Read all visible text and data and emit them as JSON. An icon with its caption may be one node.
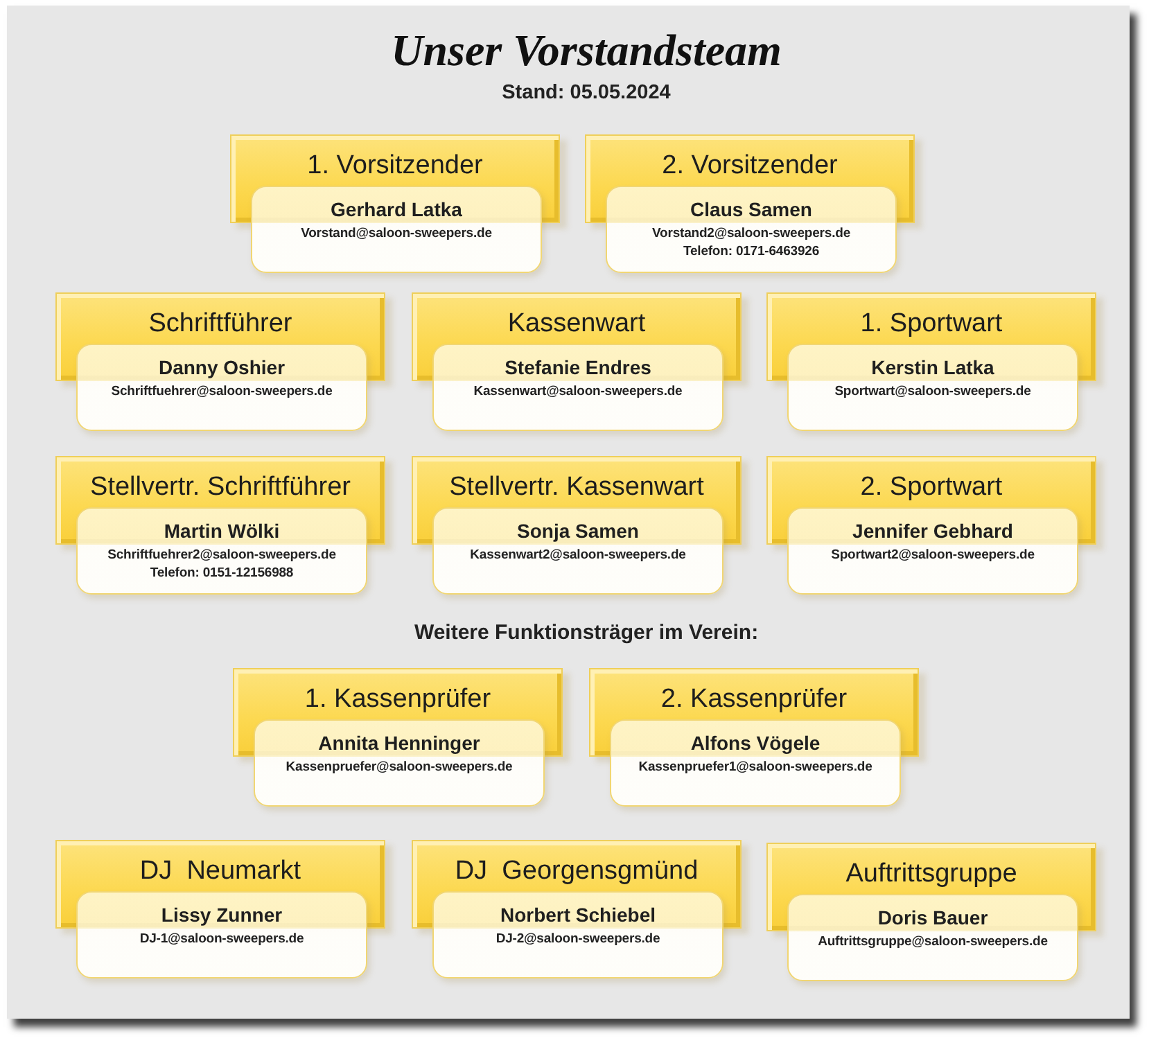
{
  "diagram": {
    "title": "Unser Vorstandsteam",
    "nodes": [
      {
        "text": [
          "1. Vorsitzender"
        ]
      },
      {
        "text": [
          "Gerhard Latka",
          "Vorstand@saloon-sweepers.de"
        ]
      },
      {
        "text": [
          "2. Vorsitzender"
        ]
      },
      {
        "text": [
          "Claus Samen",
          "Vorstand2@saloon-sweepers.de",
          "Telefon: 0171-6463926"
        ]
      },
      {
        "text": [
          "Schriftführer"
        ]
      },
      {
        "text": [
          "Danny Oshier",
          "Schriftfuehrer@saloon-sweepers.de"
        ]
      },
      {
        "text": [
          "Kassenwart"
        ]
      },
      {
        "text": [
          "Stefanie Endres",
          "Kassenwart@saloon-sweepers.de"
        ]
      },
      {
        "text": [
          "1. Sportwart"
        ]
      },
      {
        "text": [
          "Kerstin Latka",
          "Sportwart@saloon-sweepers.de"
        ]
      },
      {
        "text": [
          "Stellvertr. Schriftführer"
        ]
      },
      {
        "text": [
          "Martin Wölki",
          "Schriftfuehrer2@saloon-sweepers.de",
          "Telefon: 0151-12156988"
        ]
      },
      {
        "text": [
          "Stellvertr. Kassenwart"
        ]
      },
      {
        "text": [
          "Sonja Samen",
          "Kassenwart2@saloon-sweepers.de"
        ]
      },
      {
        "text": [
          "2. Sportwart"
        ]
      },
      {
        "text": [
          "Jennifer Gebhard",
          "Sportwart2@saloon-sweepers.de"
        ]
      },
      {
        "text": [
          "1. Kassenprüfer"
        ]
      },
      {
        "text": [
          "Annita Henninger",
          "Kassenpruefer@saloon-sweepers.de"
        ]
      },
      {
        "text": [
          "2. Kassenprüfer"
        ]
      },
      {
        "text": [
          "Alfons Vögele",
          "Kassenpruefer1@saloon-sweepers.de"
        ]
      },
      {
        "text": [
          "DJ  Neumarkt"
        ]
      },
      {
        "text": [
          "Lissy Zunner",
          "DJ-1@saloon-sweepers.de"
        ]
      },
      {
        "text": [
          "DJ  Georgensgmünd"
        ]
      },
      {
        "text": [
          "Norbert Schiebel",
          "DJ-2@saloon-sweepers.de"
        ]
      },
      {
        "text": [
          "Auftrittsgruppe"
        ]
      },
      {
        "text": [
          "Doris Bauer",
          "Auftrittsgruppe@saloon-sweepers.de"
        ]
      }
    ],
    "labels": [
      "Stand: 05.05.2024",
      "Weitere Funktionsträger im Verein:"
    ]
  }
}
